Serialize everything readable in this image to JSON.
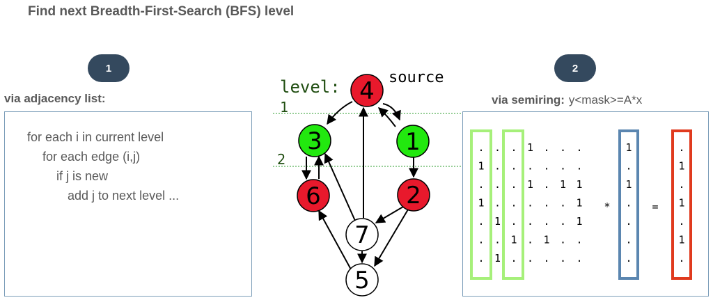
{
  "title": "Find next Breadth-First-Search (BFS) level",
  "left": {
    "badge": "1",
    "heading": "via adjacency list:",
    "code": [
      "for each i in current level",
      "for each edge (i,j)",
      "if j is new",
      "add j to next level ..."
    ]
  },
  "graph": {
    "level_label": "level:",
    "source_label": "source",
    "level_1": "1",
    "level_2": "2",
    "nodes": [
      {
        "id": "4",
        "color": "#e8192c"
      },
      {
        "id": "1",
        "color": "#22e80f"
      },
      {
        "id": "3",
        "color": "#22e80f"
      },
      {
        "id": "2",
        "color": "#e8192c"
      },
      {
        "id": "6",
        "color": "#e8192c"
      },
      {
        "id": "7",
        "color": "#ffffff"
      },
      {
        "id": "5",
        "color": "#ffffff"
      }
    ]
  },
  "right": {
    "badge": "2",
    "heading": "via semiring:",
    "formula": "y<mask>=A*x",
    "matrix_A": [
      [
        ".",
        ".",
        ".",
        "1",
        ".",
        ".",
        "."
      ],
      [
        "1",
        ".",
        ".",
        ".",
        ".",
        ".",
        "."
      ],
      [
        ".",
        ".",
        ".",
        "1",
        ".",
        "1",
        "1"
      ],
      [
        "1",
        ".",
        ".",
        ".",
        ".",
        ".",
        "1"
      ],
      [
        ".",
        "1",
        ".",
        ".",
        ".",
        ".",
        "1"
      ],
      [
        ".",
        ".",
        "1",
        ".",
        "1",
        ".",
        "."
      ],
      [
        ".",
        "1",
        ".",
        ".",
        ".",
        ".",
        "."
      ]
    ],
    "times": "*",
    "vector_x": [
      "1",
      ".",
      "1",
      ".",
      ".",
      ".",
      "."
    ],
    "equals": "=",
    "vector_y": [
      ".",
      "1",
      ".",
      "1",
      ".",
      "1",
      "."
    ],
    "colors": {
      "mask_columns": "#a6f07a",
      "x_box": "#5b86b0",
      "y_box": "#e03a1e"
    }
  }
}
